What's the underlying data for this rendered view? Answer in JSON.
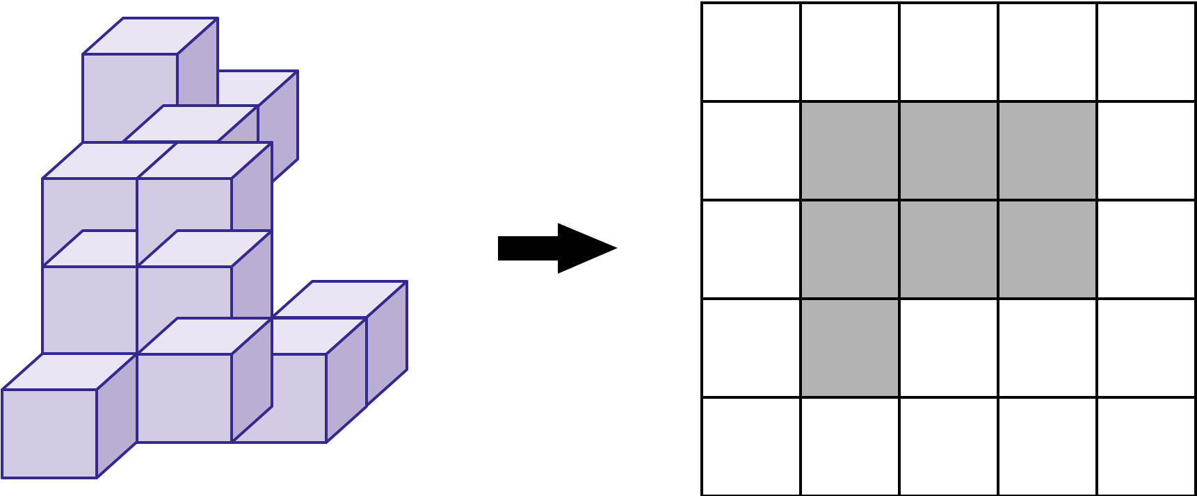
{
  "colors": {
    "cube_outline": "#35298f",
    "cube_front": "#d3cbe4",
    "cube_top": "#e9e5f2",
    "cube_side": "#baaed5",
    "grid_line": "#000000",
    "grid_filled": "#b3b3b3",
    "grid_empty": "#ffffff",
    "arrow": "#000000"
  },
  "cube_structure": {
    "description_icon": "isometric-cube-stack",
    "cube_count": 12
  },
  "arrow": {
    "icon": "right-arrow-icon"
  },
  "grid": {
    "rows": 5,
    "cols": 5,
    "filled": [
      [
        0,
        0,
        0,
        0,
        0
      ],
      [
        0,
        1,
        1,
        1,
        0
      ],
      [
        0,
        1,
        1,
        1,
        0
      ],
      [
        0,
        1,
        0,
        0,
        0
      ],
      [
        0,
        0,
        0,
        0,
        0
      ]
    ]
  }
}
